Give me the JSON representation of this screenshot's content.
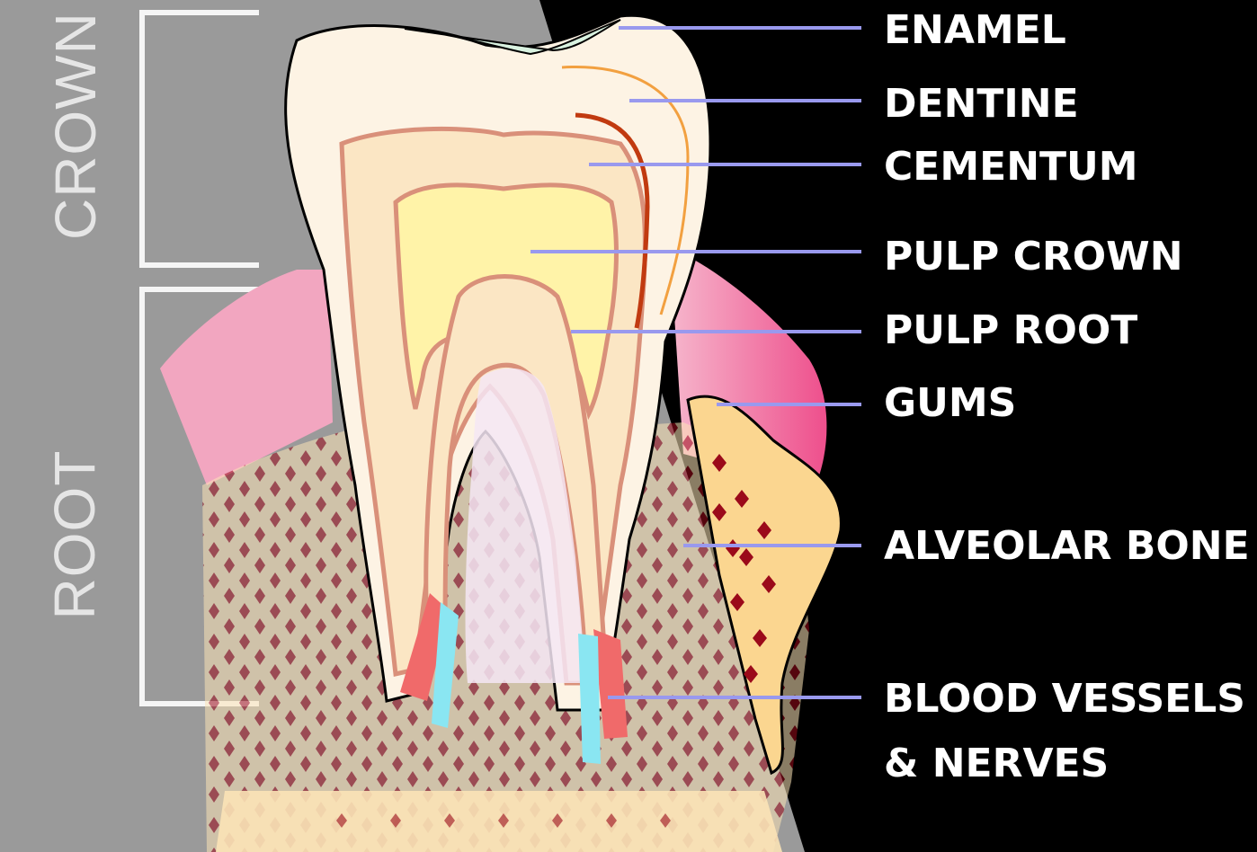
{
  "side_labels": {
    "crown": "CROWN",
    "root": "ROOT"
  },
  "labels": {
    "enamel": "ENAMEL",
    "dentine": "DENTINE",
    "cementum": "CEMENTUM",
    "pulp_crown": "PULP CROWN",
    "pulp_root": "PULP ROOT",
    "gums": "GUMS",
    "alveolar_bone": "ALVEOLAR BONE",
    "blood_vessels_line1": "BLOOD VESSELS",
    "blood_vessels_line2": "& NERVES"
  },
  "colors": {
    "background": "#000000",
    "left_panel": "#9a9a9a",
    "leader_line": "#9999ee",
    "enamel": "#fdf3e4",
    "dentine": "#fbe6b4",
    "pulp": "#fff3a8",
    "gums": "#f28ab0",
    "bone": "#fbe3b6",
    "bone_dots": "#9b0a1a",
    "artery": "#f06a6a",
    "nerve": "#8ae6f2"
  }
}
